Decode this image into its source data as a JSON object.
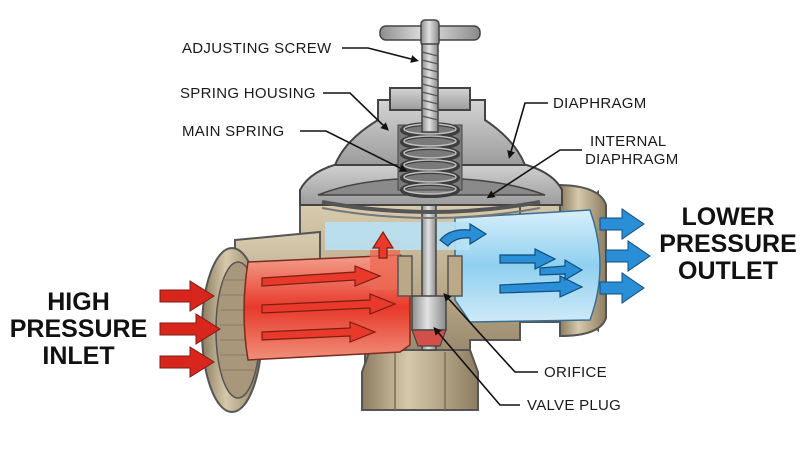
{
  "labels": {
    "adjusting_screw": "ADJUSTING SCREW",
    "spring_housing": "SPRING HOUSING",
    "main_spring": "MAIN SPRING",
    "diaphragm": "DIAPHRAGM",
    "internal_diaphragm_line1": "INTERNAL",
    "internal_diaphragm_line2": "DIAPHRAGM",
    "orifice": "ORIFICE",
    "valve_plug": "VALVE PLUG"
  },
  "inlet": {
    "line1": "HIGH",
    "line2": "PRESSURE",
    "line3": "INLET"
  },
  "outlet": {
    "line1": "LOWER",
    "line2": "PRESSURE",
    "line3": "OUTLET"
  },
  "colors": {
    "high_pressure": "#e8392a",
    "low_pressure": "#3b9fe0",
    "body_metal": "#b9a98a",
    "cap_metal": "#b8b8b8",
    "flow_arrow_in": "#d9261c",
    "flow_arrow_out": "#2a8fd6"
  }
}
